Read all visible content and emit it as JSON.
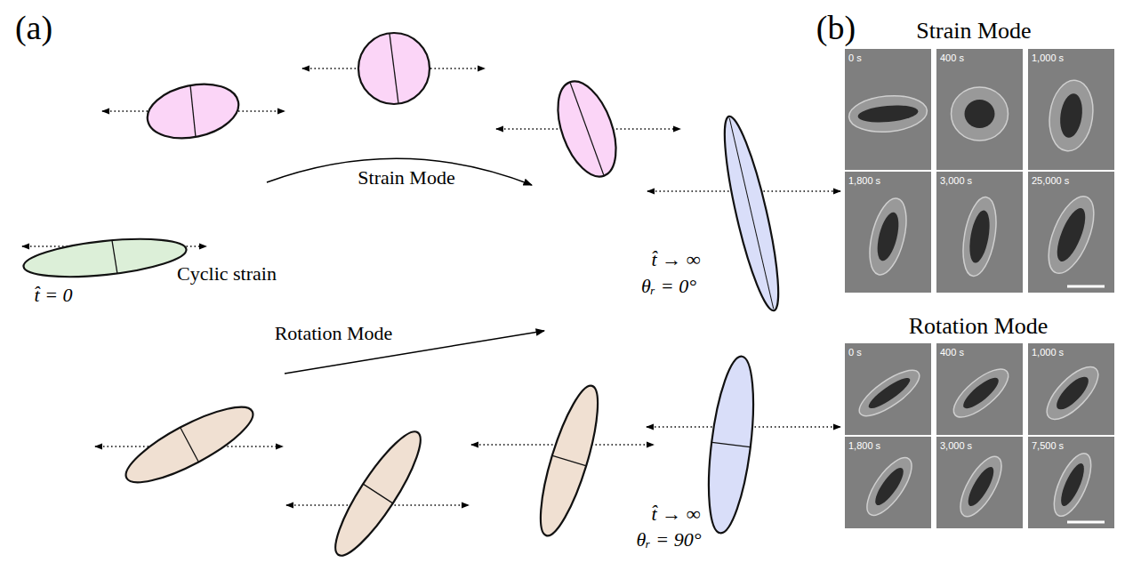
{
  "diagram": {
    "nodes": [
      {
        "text": [
          "0 s"
        ]
      },
      {
        "text": [
          "400 s"
        ]
      },
      {
        "text": [
          "1,000 s"
        ]
      },
      {
        "text": [
          "1,800 s"
        ]
      },
      {
        "text": [
          "3,000 s"
        ]
      },
      {
        "text": [
          "25,000 s"
        ]
      },
      {
        "text": [
          "0 s"
        ]
      },
      {
        "text": [
          "400 s"
        ]
      },
      {
        "text": [
          "1,000 s"
        ]
      },
      {
        "text": [
          "1,800 s"
        ]
      },
      {
        "text": [
          "3,000 s"
        ]
      },
      {
        "text": [
          "7,500 s"
        ]
      }
    ],
    "labels": [
      "(a)",
      "Strain Mode",
      "Cyclic strain",
      "t̂ = 0",
      "t̂ → ∞",
      "θᵣ = 0°",
      "Rotation Mode",
      "t̂ → ∞",
      "θᵣ = 90°",
      "(b)",
      "Strain Mode",
      "Rotation Mode"
    ]
  }
}
